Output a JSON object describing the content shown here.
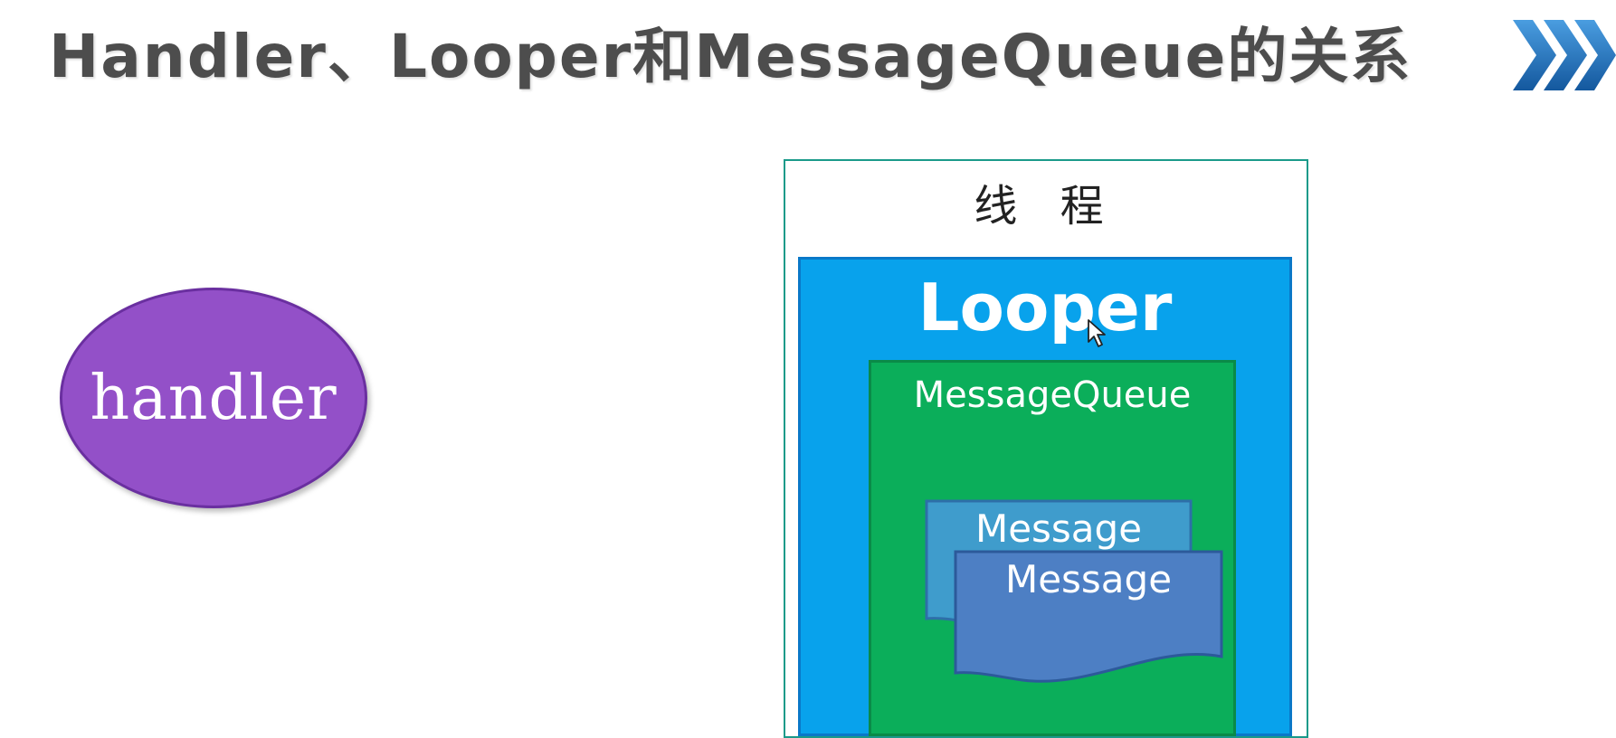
{
  "title": "Handler、Looper和MessageQueue的关系",
  "diagram": {
    "handler_label": "handler",
    "thread_label": "线 程",
    "looper_label": "Looper",
    "message_queue_label": "MessageQueue",
    "messages": [
      "Message",
      "Message"
    ]
  },
  "colors": {
    "handler_fill": "#9350c8",
    "looper_fill": "#08a2ec",
    "message_queue_fill": "#0bae5a",
    "message_back_fill": "#3f9ccc",
    "message_front_fill": "#4d7fc4",
    "chevron": "#1e6fb8"
  }
}
